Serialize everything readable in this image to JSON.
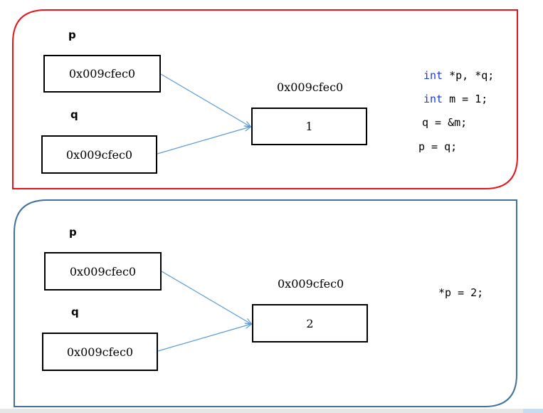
{
  "colors": {
    "top_frame": "#e8141b",
    "bottom_frame": "#41709c",
    "arrow": "#5b9bd5",
    "keyword": "#1a3cd6"
  },
  "panel_top": {
    "p_label": "p",
    "q_label": "q",
    "p_value": "0x009cfec0",
    "q_value": "0x009cfec0",
    "target_address": "0x009cfec0",
    "target_value": "1",
    "code": [
      {
        "keyword": "int",
        "rest": " *p, *q;"
      },
      {
        "keyword": "int",
        "rest": " m = 1;"
      },
      {
        "keyword": "",
        "rest": "q = &m;"
      },
      {
        "keyword": "",
        "rest": "p = q;"
      }
    ]
  },
  "panel_bottom": {
    "p_label": "p",
    "q_label": "q",
    "p_value": "0x009cfec0",
    "q_value": "0x009cfec0",
    "target_address": "0x009cfec0",
    "target_value": "2",
    "code": [
      {
        "keyword": "",
        "rest": "*p = 2;"
      }
    ]
  }
}
